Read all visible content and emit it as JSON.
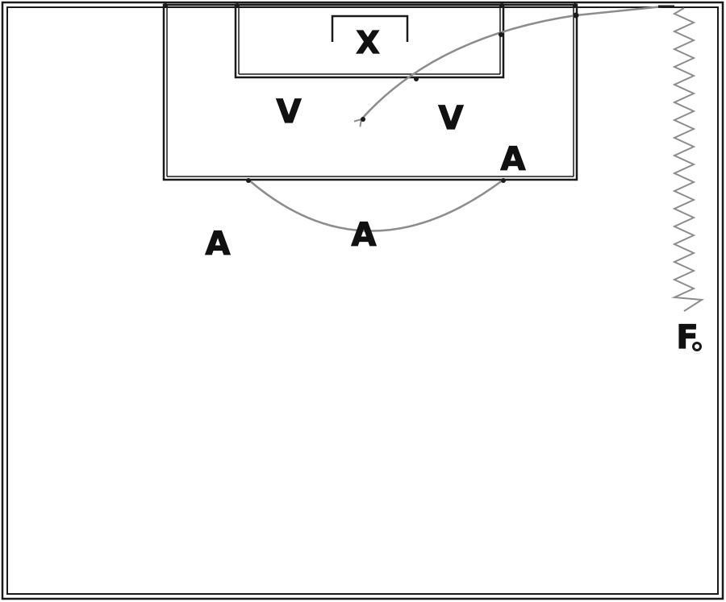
{
  "labels": {
    "goalkeeper": "X",
    "defender_left": "V",
    "defender_right": "V",
    "attacker_arc_right": "A",
    "attacker_arc_center": "A",
    "attacker_left": "A",
    "flank_player": "F"
  },
  "colors": {
    "field_lines": "#1a1a1a",
    "movement_path": "#8c8c8c",
    "background": "#ffffff"
  }
}
